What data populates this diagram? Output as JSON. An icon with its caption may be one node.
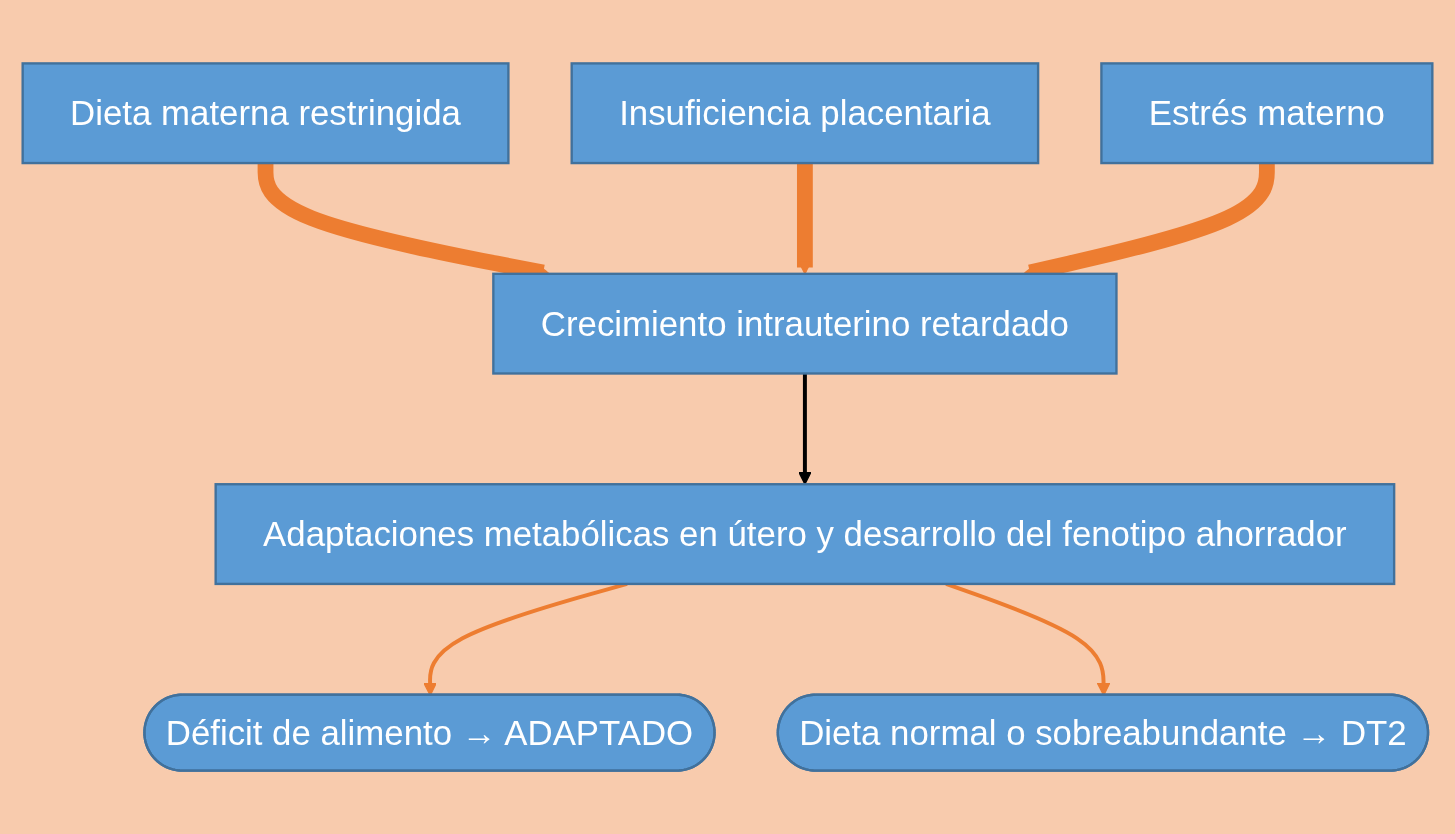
{
  "diagram": {
    "nodes": [
      {
        "text": [
          "Dieta materna restringida"
        ]
      },
      {
        "text": [
          "Insuficiencia placentaria"
        ]
      },
      {
        "text": [
          "Estrés materno"
        ]
      },
      {
        "text": [
          "Crecimiento intrauterino retardado"
        ]
      },
      {
        "text": [
          "Adaptaciones metabólicas en útero y desarrollo del fenotipo ahorrador"
        ]
      },
      {
        "text": [
          "Déficit de alimento → ADAPTADO"
        ]
      },
      {
        "text": [
          "Dieta normal o sobreabundante → DT2"
        ]
      }
    ],
    "edges": [
      {
        "from": 0,
        "to": 3,
        "arrow": "to",
        "style": "thick"
      },
      {
        "from": 1,
        "to": 3,
        "arrow": "to",
        "style": "thick"
      },
      {
        "from": 2,
        "to": 3,
        "arrow": "to",
        "style": "thick"
      },
      {
        "from": 3,
        "to": 4,
        "arrow": "to",
        "color": "#000000"
      },
      {
        "from": 4,
        "to": 5,
        "arrow": "to"
      },
      {
        "from": 4,
        "to": 6,
        "arrow": "to"
      }
    ]
  }
}
